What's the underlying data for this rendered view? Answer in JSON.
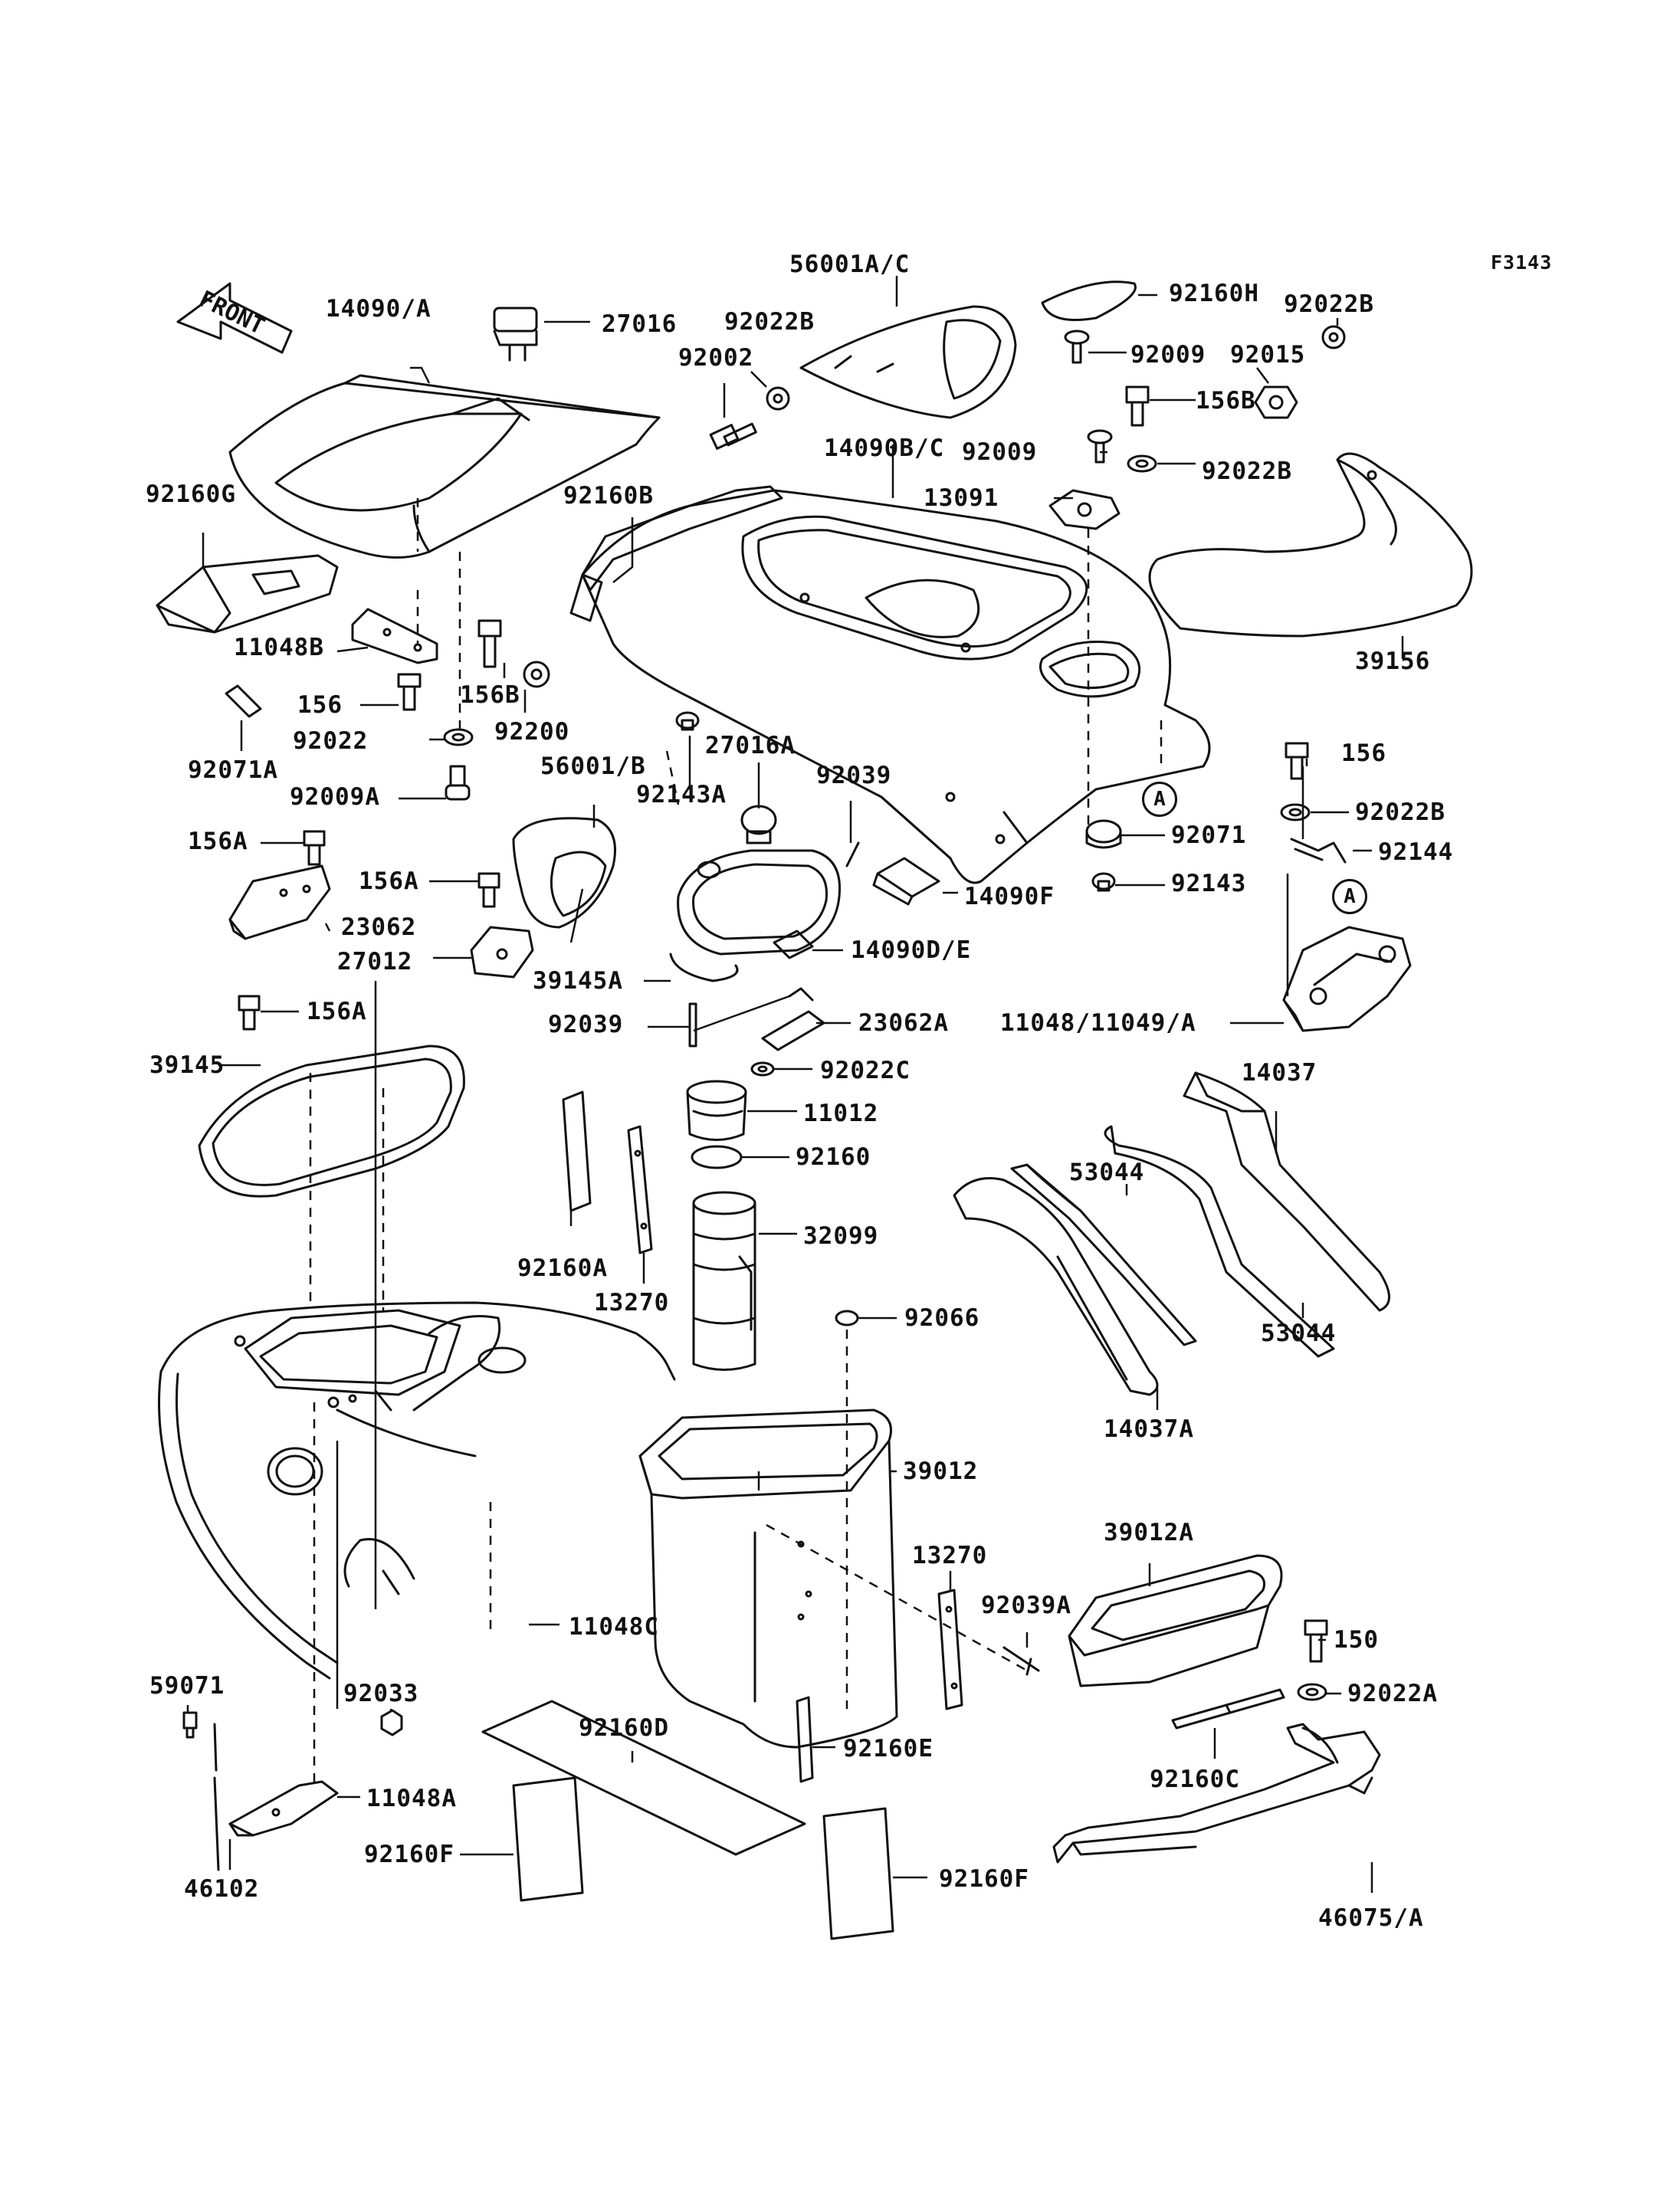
{
  "figure_code": "F3143",
  "front_label": "FRONT",
  "callout_letter": "A",
  "parts": [
    {
      "id": "p14090A",
      "label": "14090/A"
    },
    {
      "id": "p27016",
      "label": "27016"
    },
    {
      "id": "p56001AC",
      "label": "56001A/C"
    },
    {
      "id": "p92160H",
      "label": "92160H"
    },
    {
      "id": "p92022B_1",
      "label": "92022B"
    },
    {
      "id": "p92002",
      "label": "92002"
    },
    {
      "id": "p92022B_2",
      "label": "92022B"
    },
    {
      "id": "p92009_1",
      "label": "92009"
    },
    {
      "id": "p92015",
      "label": "92015"
    },
    {
      "id": "p156B_1",
      "label": "156B"
    },
    {
      "id": "p14090BC",
      "label": "14090B/C"
    },
    {
      "id": "p92009_2",
      "label": "92009"
    },
    {
      "id": "p92022B_3",
      "label": "92022B"
    },
    {
      "id": "p92160G",
      "label": "92160G"
    },
    {
      "id": "p92160B",
      "label": "92160B"
    },
    {
      "id": "p13091",
      "label": "13091"
    },
    {
      "id": "p11048B",
      "label": "11048B"
    },
    {
      "id": "p39156",
      "label": "39156"
    },
    {
      "id": "p156_1",
      "label": "156"
    },
    {
      "id": "p156B_2",
      "label": "156B"
    },
    {
      "id": "p92022",
      "label": "92022"
    },
    {
      "id": "p92200",
      "label": "92200"
    },
    {
      "id": "p92071A",
      "label": "92071A"
    },
    {
      "id": "p56001B",
      "label": "56001/B"
    },
    {
      "id": "p27016A",
      "label": "27016A"
    },
    {
      "id": "p92143A",
      "label": "92143A"
    },
    {
      "id": "p92009A",
      "label": "92009A"
    },
    {
      "id": "p92039_1",
      "label": "92039"
    },
    {
      "id": "p156_2",
      "label": "156"
    },
    {
      "id": "p92022B_4",
      "label": "92022B"
    },
    {
      "id": "p92071",
      "label": "92071"
    },
    {
      "id": "p156A_1",
      "label": "156A"
    },
    {
      "id": "p92144",
      "label": "92144"
    },
    {
      "id": "p156A_2",
      "label": "156A"
    },
    {
      "id": "p14090F",
      "label": "14090F"
    },
    {
      "id": "p92143",
      "label": "92143"
    },
    {
      "id": "p23062",
      "label": "23062"
    },
    {
      "id": "p14090DE",
      "label": "14090D/E"
    },
    {
      "id": "p27012",
      "label": "27012"
    },
    {
      "id": "p39145A",
      "label": "39145A"
    },
    {
      "id": "p156A_3",
      "label": "156A"
    },
    {
      "id": "p23062A",
      "label": "23062A"
    },
    {
      "id": "p11048_11049A",
      "label": "11048/11049/A"
    },
    {
      "id": "p92039_2",
      "label": "92039"
    },
    {
      "id": "p39145",
      "label": "39145"
    },
    {
      "id": "p92022C",
      "label": "92022C"
    },
    {
      "id": "p14037",
      "label": "14037"
    },
    {
      "id": "p11012",
      "label": "11012"
    },
    {
      "id": "p92160",
      "label": "92160"
    },
    {
      "id": "p53044_1",
      "label": "53044"
    },
    {
      "id": "p32099",
      "label": "32099"
    },
    {
      "id": "p92160A",
      "label": "92160A"
    },
    {
      "id": "p13270_1",
      "label": "13270"
    },
    {
      "id": "p92066",
      "label": "92066"
    },
    {
      "id": "p53044_2",
      "label": "53044"
    },
    {
      "id": "p14037A",
      "label": "14037A"
    },
    {
      "id": "p39012",
      "label": "39012"
    },
    {
      "id": "p39012A",
      "label": "39012A"
    },
    {
      "id": "p13270_2",
      "label": "13270"
    },
    {
      "id": "p92039A",
      "label": "92039A"
    },
    {
      "id": "p11048C",
      "label": "11048C"
    },
    {
      "id": "p150",
      "label": "150"
    },
    {
      "id": "p59071",
      "label": "59071"
    },
    {
      "id": "p92033",
      "label": "92033"
    },
    {
      "id": "p92160D",
      "label": "92160D"
    },
    {
      "id": "p92022A",
      "label": "92022A"
    },
    {
      "id": "p92160E",
      "label": "92160E"
    },
    {
      "id": "p11048A",
      "label": "11048A"
    },
    {
      "id": "p92160C",
      "label": "92160C"
    },
    {
      "id": "p92160F_1",
      "label": "92160F"
    },
    {
      "id": "p92160F_2",
      "label": "92160F"
    },
    {
      "id": "p46102",
      "label": "46102"
    },
    {
      "id": "p46075A",
      "label": "46075/A"
    }
  ]
}
